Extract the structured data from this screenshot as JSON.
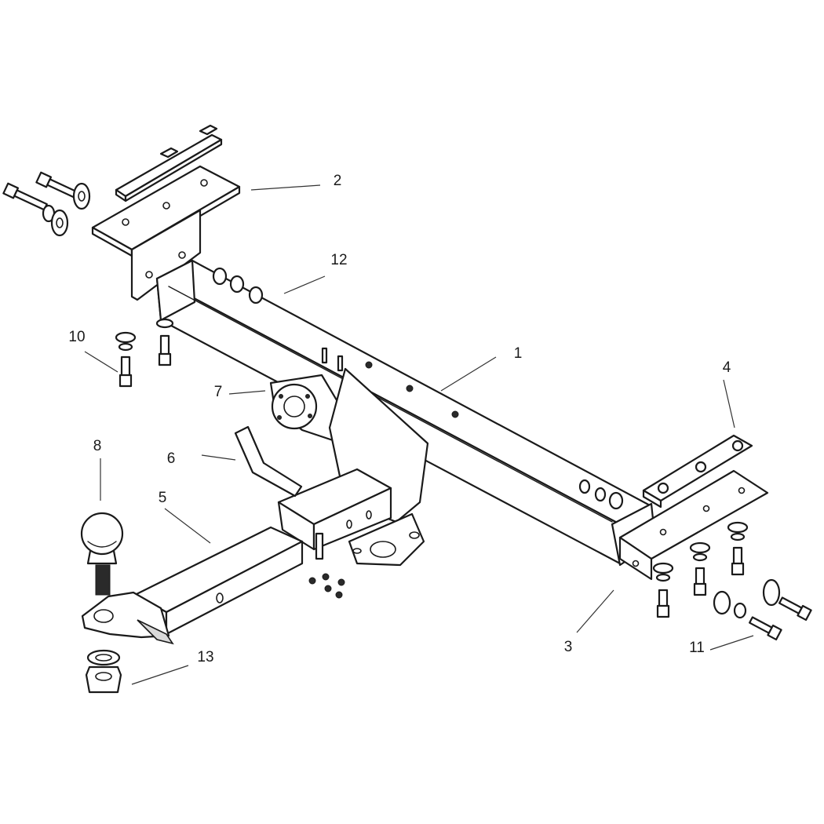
{
  "diagram": {
    "labels": {
      "p1": "1",
      "p2": "2",
      "p3": "3",
      "p4": "4",
      "p5": "5",
      "p6": "6",
      "p7": "7",
      "p8": "8",
      "p10": "10",
      "p11": "11",
      "p12": "12",
      "p13": "13"
    }
  }
}
